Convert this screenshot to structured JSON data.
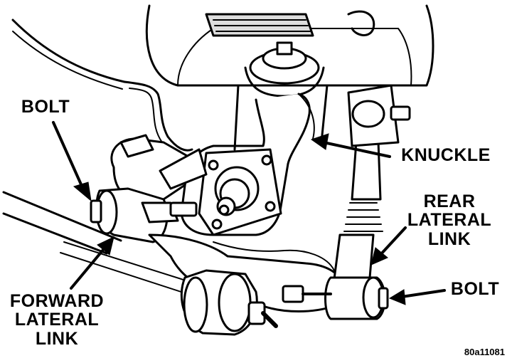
{
  "labels": {
    "bolt_left": "BOLT",
    "knuckle": "KNUCKLE",
    "rear_lateral_link": [
      "REAR",
      "LATERAL",
      "LINK"
    ],
    "bolt_right": "BOLT",
    "forward_lateral_link": [
      "FORWARD",
      "LATERAL",
      "LINK"
    ]
  },
  "figure_id": "80a11081",
  "colors": {
    "ink": "#000000",
    "paper": "#ffffff",
    "shade": "#bdbdbd"
  }
}
